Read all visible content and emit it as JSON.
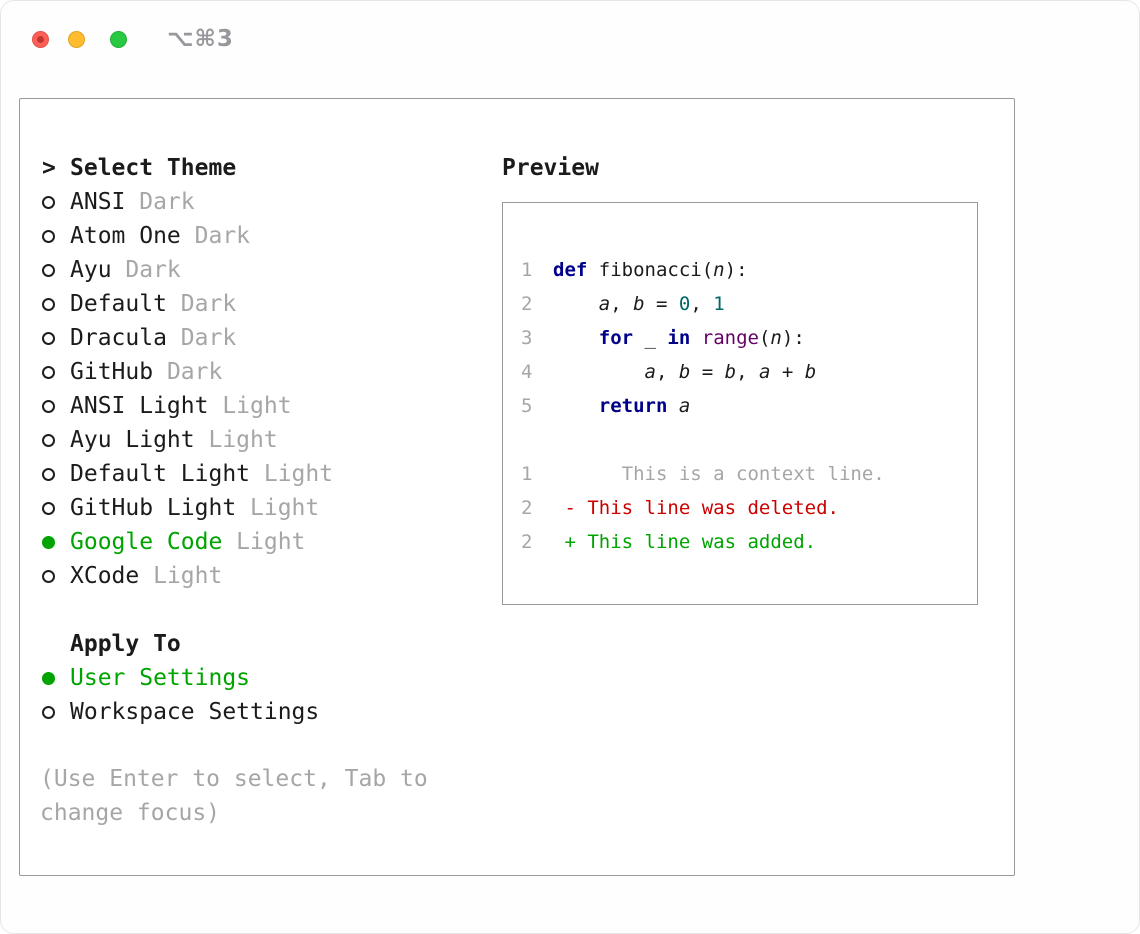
{
  "titlebar": {
    "shortcut": "⌥⌘3"
  },
  "colors": {
    "accent-green": "#00a400",
    "muted": "#a6a6a6",
    "text": "#1b1b1b",
    "border": "#98989d",
    "traffic-red": "#ff5f57",
    "traffic-yellow": "#febc2e",
    "traffic-green": "#28c840",
    "syntax-kw": "#000088",
    "syntax-num": "#006666",
    "syntax-fn": "#660066",
    "diff-del": "#cc0000",
    "diff-add": "#00a400",
    "line-num": "#a6a6a6"
  },
  "select_theme": {
    "prompt": ">",
    "title": "Select Theme",
    "items": [
      {
        "name": "ANSI",
        "variant": "Dark",
        "selected": false
      },
      {
        "name": "Atom One",
        "variant": "Dark",
        "selected": false
      },
      {
        "name": "Ayu",
        "variant": "Dark",
        "selected": false
      },
      {
        "name": "Default",
        "variant": "Dark",
        "selected": false
      },
      {
        "name": "Dracula",
        "variant": "Dark",
        "selected": false
      },
      {
        "name": "GitHub",
        "variant": "Dark",
        "selected": false
      },
      {
        "name": "ANSI Light",
        "variant": "Light",
        "selected": false
      },
      {
        "name": "Ayu Light",
        "variant": "Light",
        "selected": false
      },
      {
        "name": "Default Light",
        "variant": "Light",
        "selected": false
      },
      {
        "name": "GitHub Light",
        "variant": "Light",
        "selected": false
      },
      {
        "name": "Google Code",
        "variant": "Light",
        "selected": true
      },
      {
        "name": "XCode",
        "variant": "Light",
        "selected": false
      }
    ]
  },
  "apply_to": {
    "title": "Apply To",
    "items": [
      {
        "label": "User Settings",
        "selected": true
      },
      {
        "label": "Workspace Settings",
        "selected": false
      }
    ]
  },
  "help": "(Use Enter to select, Tab to change focus)",
  "preview": {
    "title": "Preview",
    "code_lines": [
      {
        "num": "1",
        "tokens": [
          {
            "t": "def",
            "c": "kw"
          },
          {
            "t": " fibonacci("
          },
          {
            "t": "n",
            "c": "var"
          },
          {
            "t": "):"
          }
        ]
      },
      {
        "num": "2",
        "tokens": [
          {
            "t": "    "
          },
          {
            "t": "a",
            "c": "var"
          },
          {
            "t": ", "
          },
          {
            "t": "b",
            "c": "var"
          },
          {
            "t": " = "
          },
          {
            "t": "0",
            "c": "num"
          },
          {
            "t": ", "
          },
          {
            "t": "1",
            "c": "num"
          }
        ]
      },
      {
        "num": "3",
        "tokens": [
          {
            "t": "    "
          },
          {
            "t": "for",
            "c": "kw"
          },
          {
            "t": " _ "
          },
          {
            "t": "in",
            "c": "kw"
          },
          {
            "t": " "
          },
          {
            "t": "range",
            "c": "fn"
          },
          {
            "t": "("
          },
          {
            "t": "n",
            "c": "var"
          },
          {
            "t": "):"
          }
        ]
      },
      {
        "num": "4",
        "tokens": [
          {
            "t": "        "
          },
          {
            "t": "a",
            "c": "var"
          },
          {
            "t": ", "
          },
          {
            "t": "b",
            "c": "var"
          },
          {
            "t": " = "
          },
          {
            "t": "b",
            "c": "var"
          },
          {
            "t": ", "
          },
          {
            "t": "a",
            "c": "var"
          },
          {
            "t": " + "
          },
          {
            "t": "b",
            "c": "var"
          }
        ]
      },
      {
        "num": "5",
        "tokens": [
          {
            "t": "    "
          },
          {
            "t": "return",
            "c": "kw"
          },
          {
            "t": " "
          },
          {
            "t": "a",
            "c": "var"
          }
        ]
      }
    ],
    "diff_lines": [
      {
        "num": "1",
        "kind": "context",
        "sign": "",
        "content": "      This is a context line."
      },
      {
        "num": "2",
        "kind": "deleted",
        "sign": "-",
        "content": " - This line was deleted."
      },
      {
        "num": "2",
        "kind": "added",
        "sign": "+",
        "content": " + This line was added."
      }
    ]
  }
}
